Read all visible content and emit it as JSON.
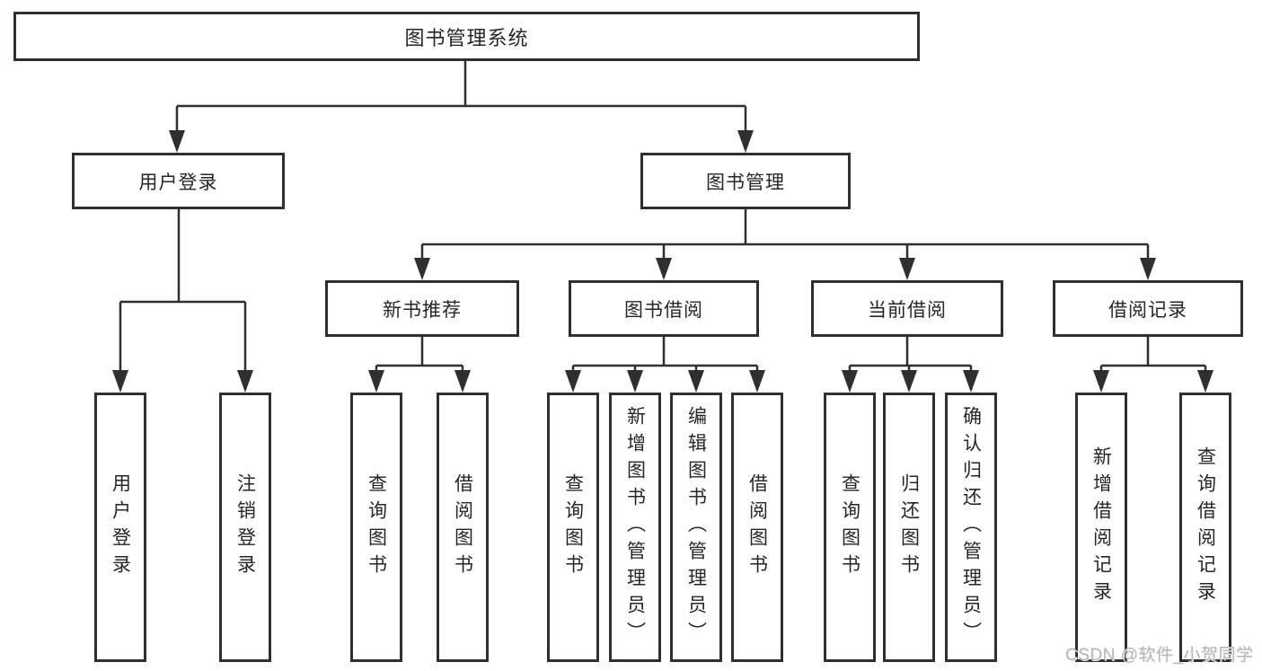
{
  "tree": {
    "root": {
      "label": "图书管理系统"
    },
    "branches": [
      {
        "label": "用户登录",
        "children": [
          {
            "label": "用户登录"
          },
          {
            "label": "注销登录"
          }
        ]
      },
      {
        "label": "图书管理",
        "children": [
          {
            "label": "新书推荐",
            "children": [
              {
                "label": "查询图书"
              },
              {
                "label": "借阅图书"
              }
            ]
          },
          {
            "label": "图书借阅",
            "children": [
              {
                "label": "查询图书"
              },
              {
                "label": "新增图书（管理员）"
              },
              {
                "label": "编辑图书（管理员）"
              },
              {
                "label": "借阅图书"
              }
            ]
          },
          {
            "label": "当前借阅",
            "children": [
              {
                "label": "查询图书"
              },
              {
                "label": "归还图书"
              },
              {
                "label": "确认归还（管理员）"
              }
            ]
          },
          {
            "label": "借阅记录",
            "children": [
              {
                "label": "新增借阅记录"
              },
              {
                "label": "查询借阅记录"
              }
            ]
          }
        ]
      }
    ]
  },
  "watermark": {
    "text": "CSDN @软件_小贺同学"
  },
  "style": {
    "line_color": "#2f2f2f",
    "box_border_color": "#2f2f2f",
    "box_fill": "#ffffff",
    "text_color": "#262626",
    "watermark_color": "#b5b5b5",
    "background": "#ffffff"
  }
}
